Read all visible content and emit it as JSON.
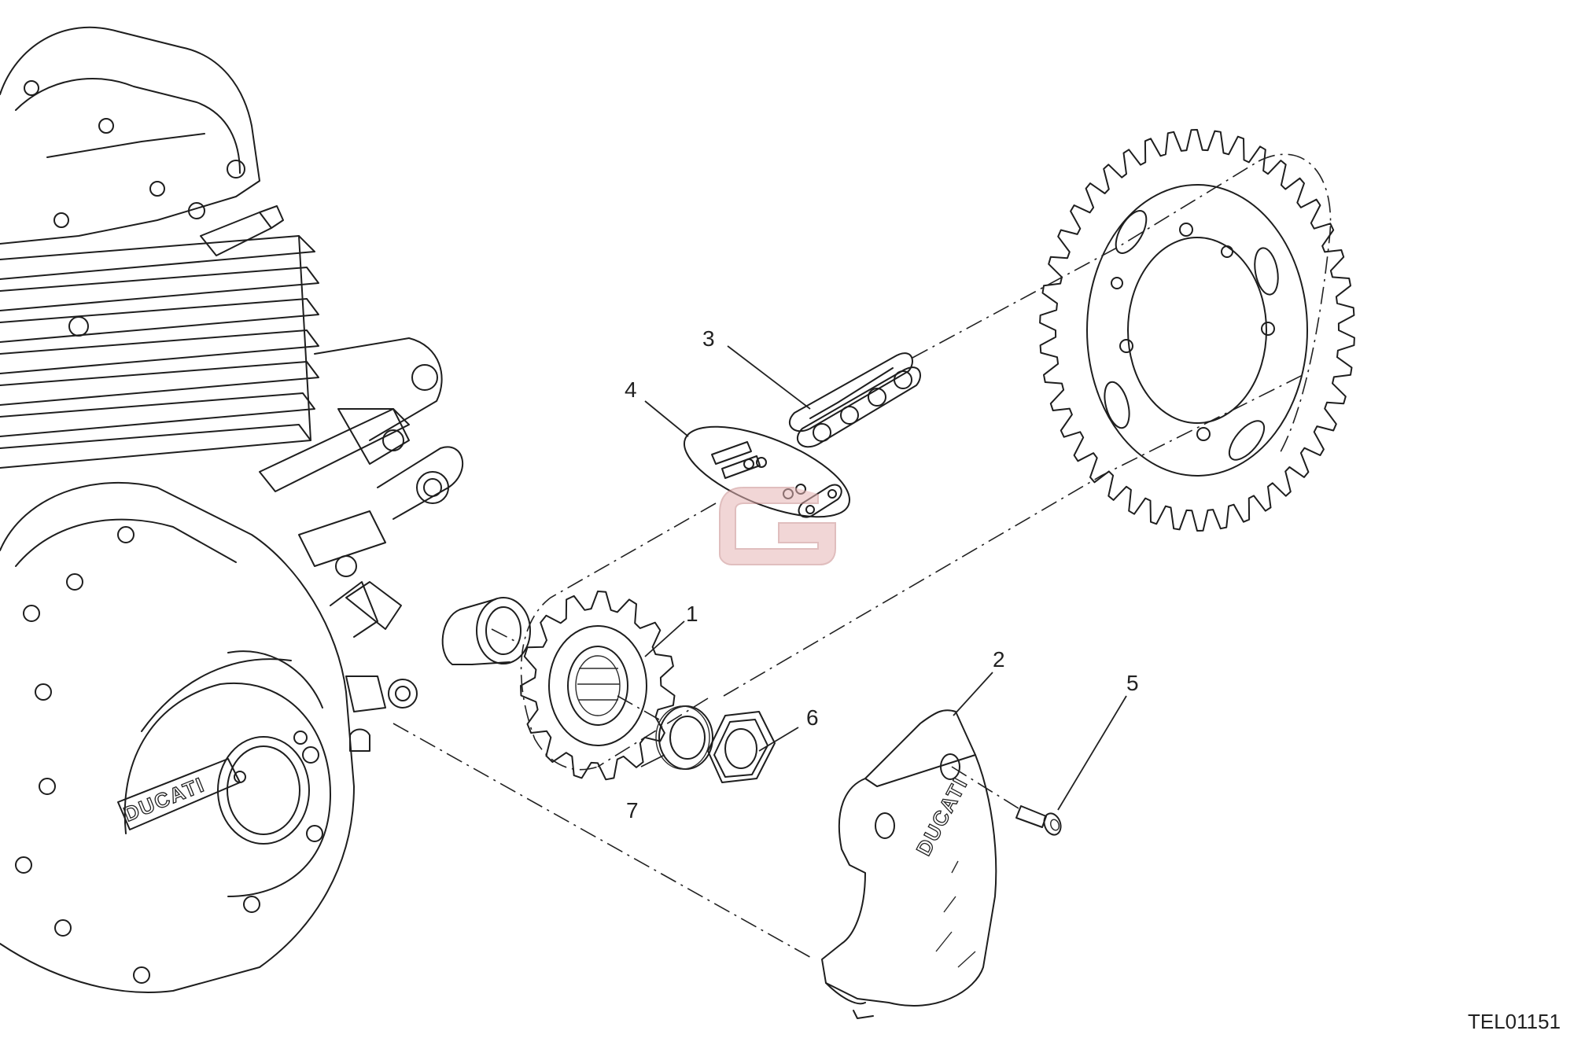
{
  "diagram_code": "TEL01151",
  "brand_marking": "DUCATI",
  "callouts": [
    "1",
    "2",
    "3",
    "4",
    "5",
    "6",
    "7"
  ],
  "colors": {
    "ink": "#1e1e1e",
    "watermark": "#d9a3a3",
    "background": "#ffffff"
  }
}
